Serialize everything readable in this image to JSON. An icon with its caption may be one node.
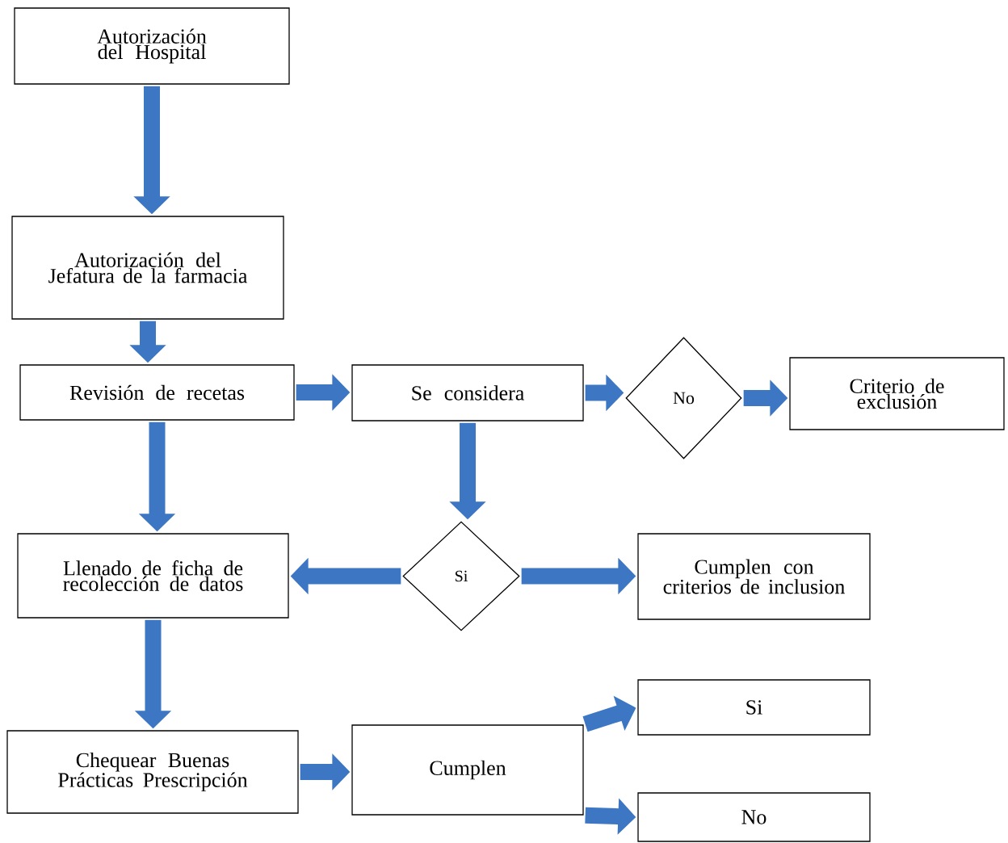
{
  "diagram": {
    "nodes": [
      {
        "text": [
          "Autorización del Hospital"
        ]
      },
      {
        "text": [
          "Autorización del Jefatura de la farmacia"
        ]
      },
      {
        "text": [
          "Revisión de recetas"
        ]
      },
      {
        "text": [
          "Se considera"
        ]
      },
      {
        "text": [
          "No"
        ]
      },
      {
        "text": [
          "Criterio de exclusión"
        ]
      },
      {
        "text": [
          "Si"
        ]
      },
      {
        "text": [
          "Llenado de ficha de recolección de datos"
        ]
      },
      {
        "text": [
          "Cumplen con criterios de inclusion"
        ]
      },
      {
        "text": [
          "Chequear Buenas Prácticas Prescripción"
        ]
      },
      {
        "text": [
          "Cumplen"
        ]
      },
      {
        "text": [
          "Si"
        ]
      },
      {
        "text": [
          "No"
        ]
      }
    ],
    "edges": [
      {
        "from": 0,
        "to": 1,
        "arrow": "to"
      },
      {
        "from": 1,
        "to": 2,
        "arrow": "to"
      },
      {
        "from": 2,
        "to": 3,
        "arrow": "to"
      },
      {
        "from": 3,
        "to": 4,
        "arrow": "to"
      },
      {
        "from": 4,
        "to": 5,
        "arrow": "to"
      },
      {
        "from": 3,
        "to": 6,
        "arrow": "to"
      },
      {
        "from": 2,
        "to": 7,
        "arrow": "to"
      },
      {
        "from": 6,
        "to": 7,
        "arrow": "to"
      },
      {
        "from": 6,
        "to": 8,
        "arrow": "to"
      },
      {
        "from": 7,
        "to": 9,
        "arrow": "to"
      },
      {
        "from": 9,
        "to": 10,
        "arrow": "to"
      },
      {
        "from": 10,
        "to": 11,
        "arrow": "to"
      },
      {
        "from": 10,
        "to": 12,
        "arrow": "to"
      }
    ]
  }
}
